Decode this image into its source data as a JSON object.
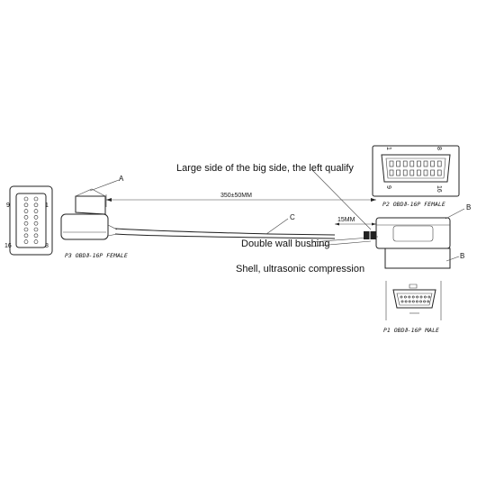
{
  "annotations": {
    "large_side": "Large side of the big side, the left qualify",
    "double_wall": "Double wall bushing",
    "shell": "Shell, ultrasonic compression"
  },
  "dimensions": {
    "length": "350±50MM",
    "short": "15MM"
  },
  "callouts": {
    "a": "A",
    "b1": "B",
    "b2": "B",
    "c": "C"
  },
  "connectors": {
    "p3": "P3 OBDⅡ-16P FEMALE",
    "p2": "P2 OBDⅡ-16P FEMALE",
    "p1": "P1 OBDⅡ-16P MALE"
  },
  "pin_numbers": {
    "left_9": "9",
    "left_1": "1",
    "left_16": "16",
    "left_8": "8",
    "top_1": "1",
    "top_8": "8",
    "top_9": "9",
    "top_16": "16"
  }
}
